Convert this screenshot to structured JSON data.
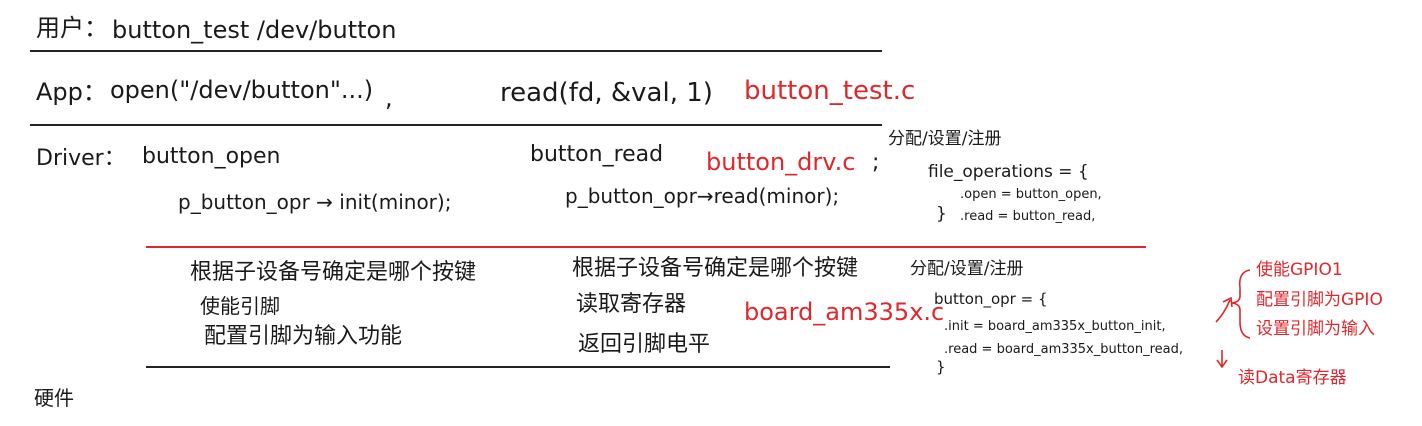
{
  "layers": {
    "user": {
      "label": "用户：",
      "text": "button_test /dev/button"
    },
    "app": {
      "label": "App：",
      "open_call": "open(\"/dev/button\"...)",
      "comma": ",",
      "read_call": "read(fd, &val, 1)",
      "file": "button_test.c"
    },
    "driver": {
      "label": "Driver：",
      "open_func": "button_open",
      "open_body": "p_button_opr → init(minor);",
      "read_func": "button_read",
      "read_body": "p_button_opr→read(minor);",
      "file": "button_drv.c",
      "semicolon": ";",
      "register_title": "分配/设置/注册",
      "fops_decl": "file_operations = {",
      "fops_open": ".open = button_open,",
      "fops_read": ".read = button_read,",
      "fops_close": "}"
    },
    "board": {
      "init_desc_1": "根据子设备号确定是哪个按键",
      "init_desc_2": "使能引脚",
      "init_desc_3": "配置引脚为输入功能",
      "read_desc_1": "根据子设备号确定是哪个按键",
      "read_desc_2": "读取寄存器",
      "read_desc_3": "返回引脚电平",
      "file": "board_am335x.c",
      "register_title": "分配/设置/注册",
      "opr_decl": "button_opr = {",
      "opr_init": ".init = board_am335x_button_init,",
      "opr_read": ".read = board_am335x_button_read,",
      "opr_close": "}",
      "init_notes": [
        "使能GPIO1",
        "配置引脚为GPIO",
        "设置引脚为输入"
      ],
      "read_note": "读Data寄存器"
    },
    "hardware": {
      "label": "硬件"
    }
  },
  "colors": {
    "ink": "#1a1a1a",
    "accent": "#e0282c"
  }
}
